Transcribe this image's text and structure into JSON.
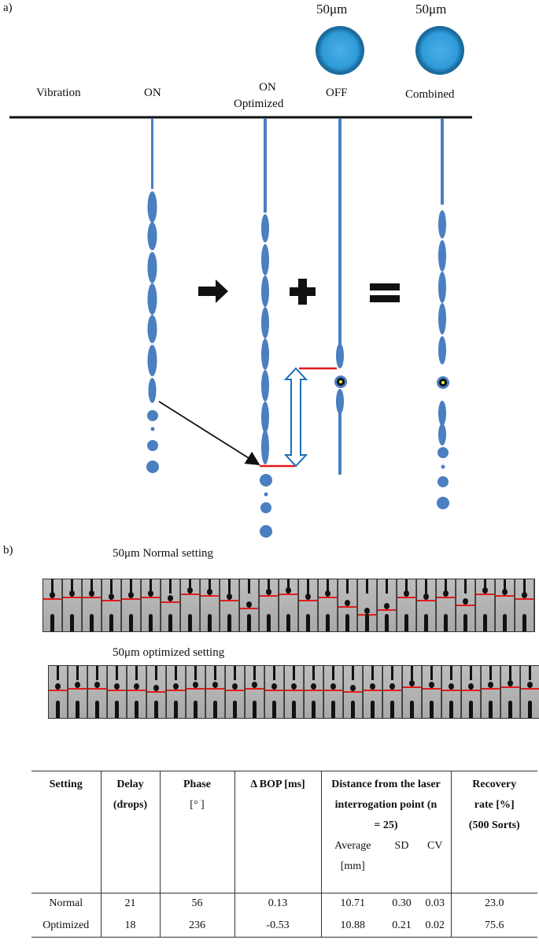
{
  "panel_a": {
    "label": "a)",
    "size_left": "50μm",
    "size_right": "50μm",
    "col_vibration": "Vibration",
    "col_on": "ON",
    "col_on_optimized_1": "ON",
    "col_on_optimized_2": "Optimized",
    "col_off": "OFF",
    "col_combined": "Combined",
    "operator_plus": "+",
    "operator_equals": "="
  },
  "panel_b": {
    "label": "b)",
    "normal_title": "50μm Normal setting",
    "optimized_title": "50μm optimized setting",
    "normal_frames": 25,
    "optimized_frames": 25
  },
  "table": {
    "headers": {
      "setting": "Setting",
      "delay_1": "Delay",
      "delay_2": "(drops)",
      "phase_1": "Phase",
      "phase_2": "[°  ]",
      "dbop": "Δ BOP [ms]",
      "distance_1": "Distance from the laser",
      "distance_2": "interrogation point (n",
      "distance_3": "= 25)",
      "recovery_1": "Recovery",
      "recovery_2": "rate [%]",
      "recovery_3": "(500 Sorts)",
      "average_1": "Average",
      "average_2": "[mm]",
      "sd": "SD",
      "cv": "CV"
    },
    "rows": [
      {
        "setting": "Normal",
        "delay": "21",
        "phase": "56",
        "dbop": "0.13",
        "average": "10.71",
        "sd": "0.30",
        "cv": "0.03",
        "recovery": "23.0"
      },
      {
        "setting": "Optimized",
        "delay": "18",
        "phase": "236",
        "dbop": "-0.53",
        "average": "10.88",
        "sd": "0.21",
        "cv": "0.02",
        "recovery": "75.6"
      }
    ]
  }
}
